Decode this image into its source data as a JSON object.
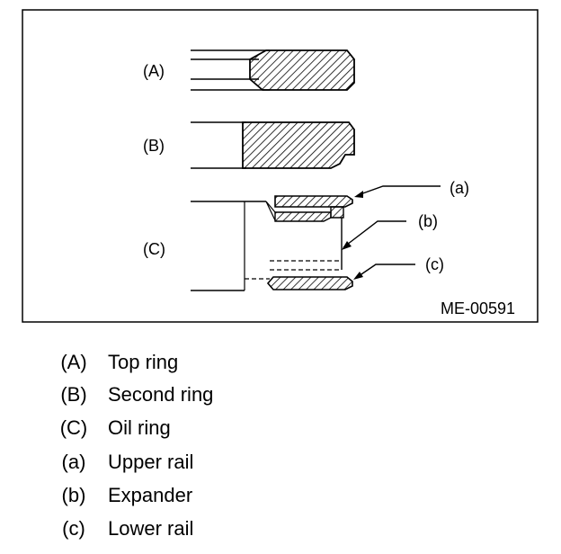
{
  "diagram": {
    "labels": {
      "a": "(A)",
      "b": "(B)",
      "c": "(C)"
    },
    "callouts": {
      "a": "(a)",
      "b": "(b)",
      "c": "(c)"
    },
    "code": "ME-00591"
  },
  "legend": [
    {
      "key": "(A)",
      "text": "Top ring"
    },
    {
      "key": "(B)",
      "text": "Second ring"
    },
    {
      "key": "(C)",
      "text": "Oil ring"
    },
    {
      "key": "(a)",
      "text": "Upper rail"
    },
    {
      "key": "(b)",
      "text": "Expander"
    },
    {
      "key": "(c)",
      "text": "Lower rail"
    }
  ]
}
